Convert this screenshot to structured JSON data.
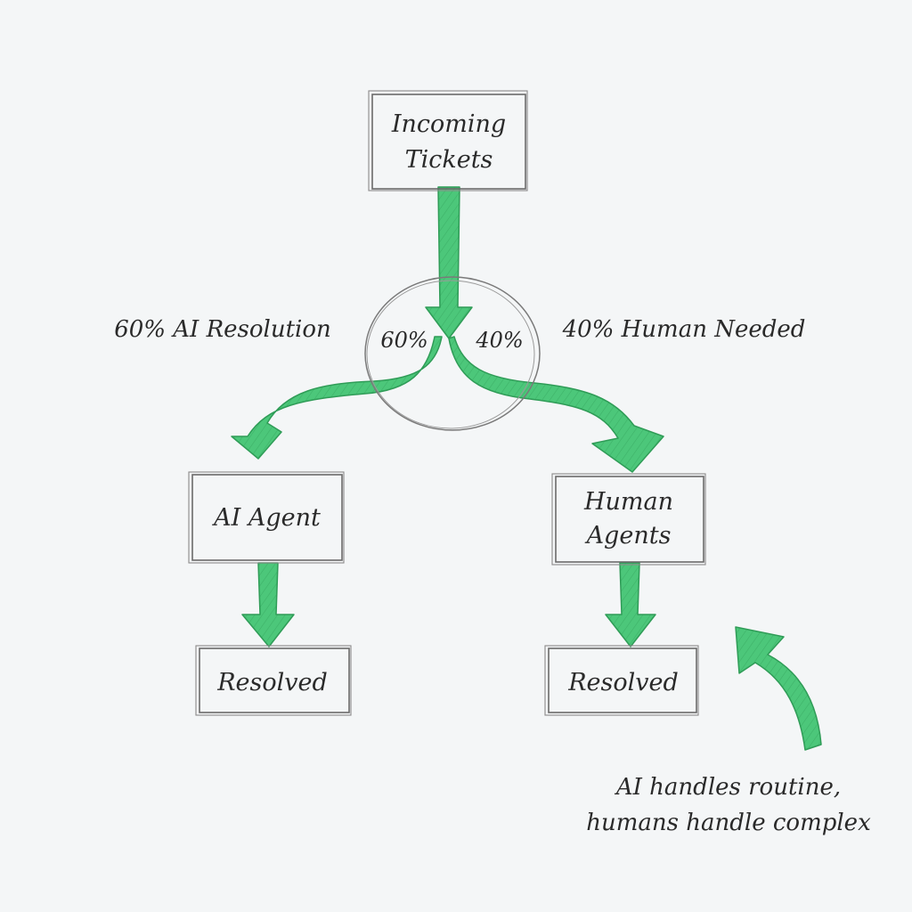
{
  "nodes": {
    "incoming_line1": "Incoming",
    "incoming_line2": "Tickets",
    "ai_agent": "AI Agent",
    "human_line1": "Human",
    "human_line2": "Agents",
    "resolved_left": "Resolved",
    "resolved_right": "Resolved"
  },
  "split": {
    "left_pct": "60%",
    "right_pct": "40%",
    "left_label": "60% AI Resolution",
    "right_label": "40% Human Needed"
  },
  "annotation": {
    "line1": "AI handles routine,",
    "line2": "humans handle complex"
  },
  "colors": {
    "arrow": "#4cc77a",
    "arrow_outline": "#2f9c57",
    "background": "#f4f6f7"
  }
}
